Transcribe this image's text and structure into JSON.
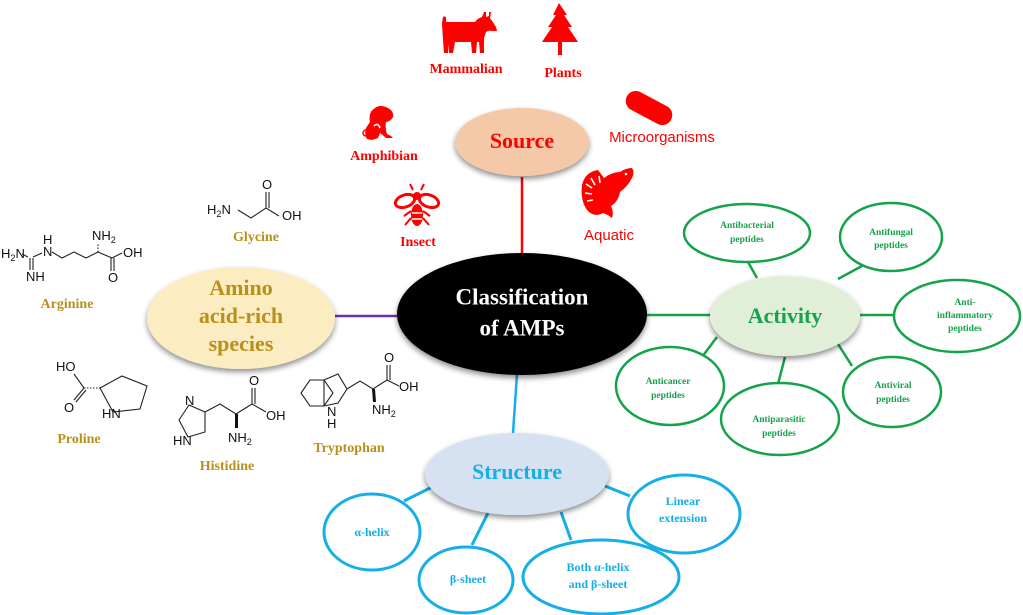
{
  "title": "Classification of AMPs",
  "colors": {
    "center_fill": "#000000",
    "center_text": "#ffffff",
    "source": "#ff0000",
    "source_fill": "#f5c8a8",
    "amino": "#b8901a",
    "amino_fill": "#fbecc2",
    "amino_link": "#7030a0",
    "activity": "#14a34a",
    "activity_fill": "#e2efd8",
    "structure": "#16aee8",
    "structure_fill": "#d6e2f2"
  },
  "center": {
    "line1": "Classification",
    "line2": "of AMPs"
  },
  "source": {
    "label": "Source",
    "items": [
      {
        "label": "Mammalian",
        "icon": "cow-icon"
      },
      {
        "label": "Plants",
        "icon": "tree-icon"
      },
      {
        "label": "Amphibian",
        "icon": "frog-icon"
      },
      {
        "label": "Microorganisms",
        "icon": "bacterium-icon"
      },
      {
        "label": "Insect",
        "icon": "bee-icon"
      },
      {
        "label": "Aquatic",
        "icon": "fish-icon"
      }
    ]
  },
  "amino": {
    "line1": "Amino",
    "line2": "acid-rich",
    "line3": "species",
    "items": [
      {
        "label": "Glycine",
        "formula": [
          "H2N",
          "OH",
          "O"
        ]
      },
      {
        "label": "Arginine",
        "formula": [
          "H2N",
          "H",
          "N",
          "NH",
          "NH2",
          "OH",
          "O"
        ]
      },
      {
        "label": "Proline",
        "formula": [
          "HO",
          "O",
          "HN"
        ]
      },
      {
        "label": "Histidine",
        "formula": [
          "N",
          "HN",
          "NH2",
          "OH",
          "O"
        ]
      },
      {
        "label": "Tryptophan",
        "formula": [
          "N",
          "H",
          "NH2",
          "OH",
          "O"
        ]
      }
    ]
  },
  "activity": {
    "label": "Activity",
    "items": [
      {
        "line1": "Antibacterial",
        "line2": "peptides"
      },
      {
        "line1": "Antifungal",
        "line2": "peptides"
      },
      {
        "line1": "Anti-",
        "line2": "inflammatory",
        "line3": "peptides"
      },
      {
        "line1": "Anticancer",
        "line2": "peptides"
      },
      {
        "line1": "Antiparasitic",
        "line2": "peptides"
      },
      {
        "line1": "Antiviral",
        "line2": "peptides"
      }
    ]
  },
  "structure": {
    "label": "Structure",
    "items": [
      {
        "line1": "α-helix"
      },
      {
        "line1": "β-sheet"
      },
      {
        "line1": "Both α-helix",
        "line2": "and β-sheet"
      },
      {
        "line1": "Linear",
        "line2": "extension"
      }
    ]
  }
}
